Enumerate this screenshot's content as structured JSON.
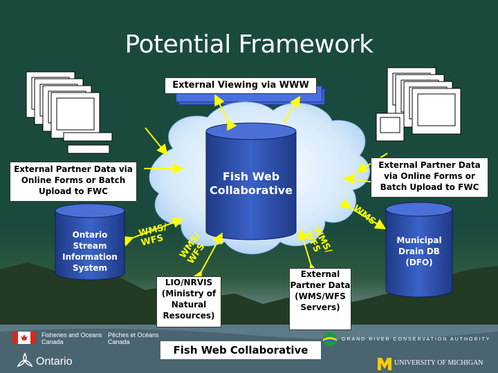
{
  "slide": {
    "title": "Potential Framework",
    "external_viewing": "External Viewing via WWW",
    "cloud_label": "Fish Web Collaborative",
    "left_partner": "External Partner Data via Online Forms or Batch Upload to FWC",
    "right_partner": "External Partner Data via Online Forms or Batch Upload to FWC",
    "ontario_stream": "Ontario Stream Information System",
    "lio_nrvis": "LIO/NRVIS (Ministry of Natural Resources)",
    "external_partner_wms": "External Partner Data (WMS/WFS Servers)",
    "municipal_drain": "Municipal Drain DB (DFO)",
    "bottom_caption": "Fish Web Collaborative",
    "wms_labels": [
      "WMS/ WFS",
      "WMS/ WFS",
      "WMS/ WFS",
      "WMS"
    ]
  },
  "footer": {
    "dfo_en": "Fisheries and Oceans Canada",
    "dfo_fr": "Pêches et Océans Canada",
    "ontario": "Ontario",
    "grca": "GRAND RIVER CONSERVATION AUTHORITY",
    "umich": "UNIVERSITY OF MICHIGAN"
  },
  "colors": {
    "background": "#1a4a3e",
    "cylinder": "#2e4fa6",
    "arrow": "#ffff00",
    "cloud": "#cfe4f7"
  }
}
